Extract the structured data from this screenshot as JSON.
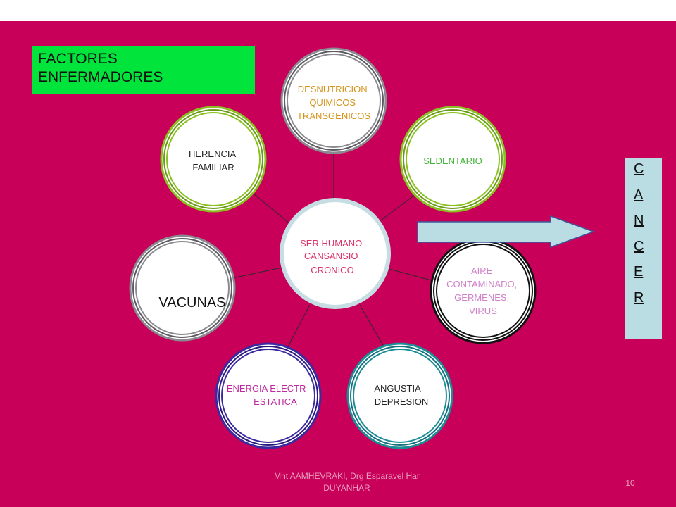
{
  "title": {
    "line1": "FACTORES",
    "line2": "ENFERMADORES"
  },
  "center": {
    "lines": [
      "SER HUMANO",
      "CANSANSIO",
      "CRONICO"
    ],
    "text_color": "#d8346c"
  },
  "nodes": [
    {
      "id": "desnutricion",
      "lines": [
        "DESNUTRICION",
        "QUIMICOS",
        "TRANSGENICOS"
      ],
      "text_color": "#d4941c",
      "ring_color": "#7a7a80"
    },
    {
      "id": "sedentario",
      "lines": [
        "SEDENTARIO"
      ],
      "text_color": "#44b43a",
      "ring_color": "#9ac42a"
    },
    {
      "id": "aire",
      "lines": [
        "AIRE",
        "CONTAMINADO,",
        "GERMENES,",
        "VIRUS"
      ],
      "text_color": "#d080c8",
      "ring_color": "#111111"
    },
    {
      "id": "angustia",
      "lines": [
        "ANGUSTIA",
        "DEPRESION"
      ],
      "text_color": "#222222",
      "ring_color": "#1c8c96"
    },
    {
      "id": "energia",
      "lines": [
        "ENERGIA ELECTR",
        "ESTATICA"
      ],
      "text_color": "#c02aa0",
      "ring_color": "#3a2aa0"
    },
    {
      "id": "vacunas",
      "lines": [
        "VACUNAS"
      ],
      "text_color": "#111111",
      "ring_color": "#7a7a80"
    },
    {
      "id": "herencia",
      "lines": [
        "HERENCIA",
        "FAMILIAR"
      ],
      "text_color": "#222222",
      "ring_color": "#9ac42a"
    }
  ],
  "cancer": {
    "letters": [
      "C",
      "A",
      "N",
      "C",
      "E",
      "R"
    ]
  },
  "footer": {
    "line1": "Mht AAMHEVRAKI, Drg Esparavel Har",
    "line2": "DUYANHAR"
  },
  "page_number": "10",
  "colors": {
    "background": "#c8005a",
    "title_box": "#00e43c",
    "cancer_box": "#b9dde3",
    "arrow": "#b9dde3"
  }
}
